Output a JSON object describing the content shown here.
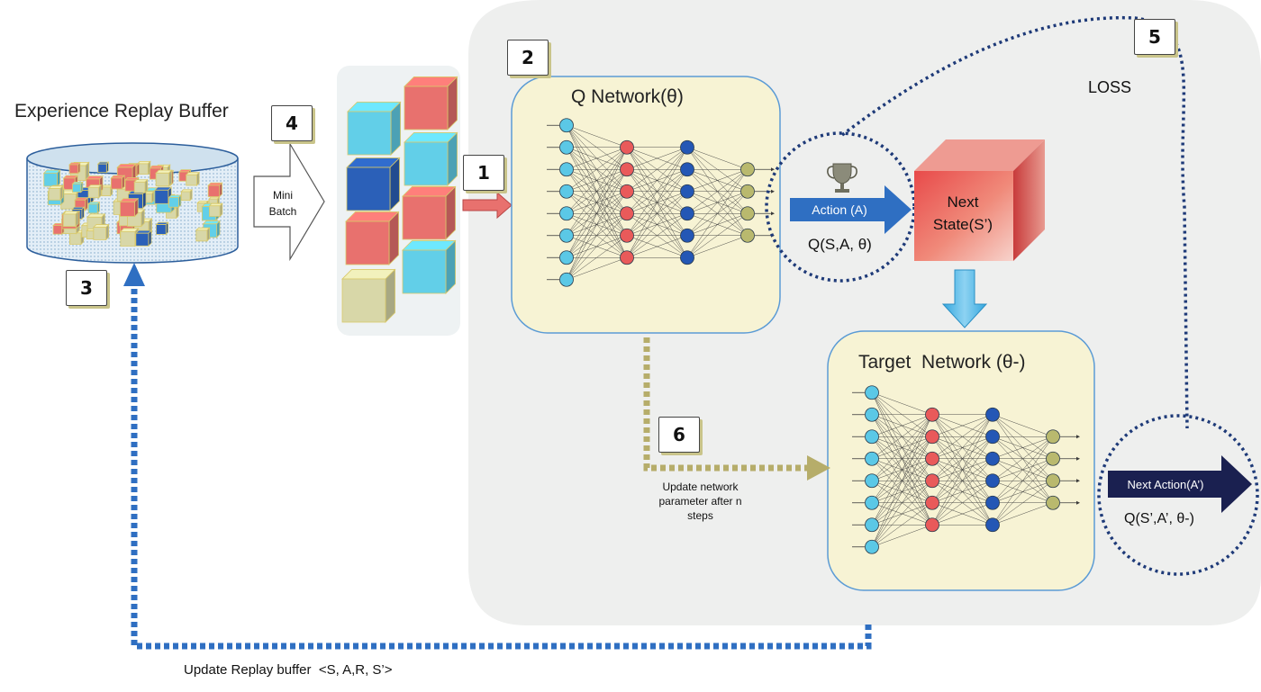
{
  "labels": {
    "buffer_title": "Experience Replay Buffer",
    "mini_batch": "Mini\nBatch",
    "q_network": "Q Network(θ)",
    "target_network": "Target  Network (θ-)",
    "action": "Action (A)",
    "q_value": "Q(S,A, θ)",
    "next_state": "Next\nState(S’)",
    "loss": "LOSS",
    "next_action": "Next Action(A’)",
    "target_q_value": "Q(S’,A’, θ-)",
    "update_network": "Update network\nparameter after n\nsteps",
    "update_replay": "Update Replay buffer  <S, A,R, S’>"
  },
  "steps": {
    "s1": "1",
    "s2": "2",
    "s3": "3",
    "s4": "4",
    "s5": "5",
    "s6": "6"
  },
  "icons": {
    "reward": "trophy-icon"
  },
  "colors": {
    "input_node": "#5bc8e6",
    "hidden_node_1": "#e95a5a",
    "hidden_node_2": "#2457b5",
    "output_node": "#b9b96e",
    "network_panel": "#f7f3d4",
    "network_border": "#5b9bd5",
    "region_background": "#eeefee",
    "action_arrow": "#2f6fc2",
    "next_action_arrow": "#1a2050",
    "dotted_blue": "#2f6fc2",
    "dotted_olive": "#b6ad6a",
    "dotted_navy": "#1e3a78",
    "cube_red": "#e8716e",
    "cube_cyan": "#62cfe8",
    "cube_blue": "#2b60b8",
    "cube_tan": "#d8d7a8"
  }
}
